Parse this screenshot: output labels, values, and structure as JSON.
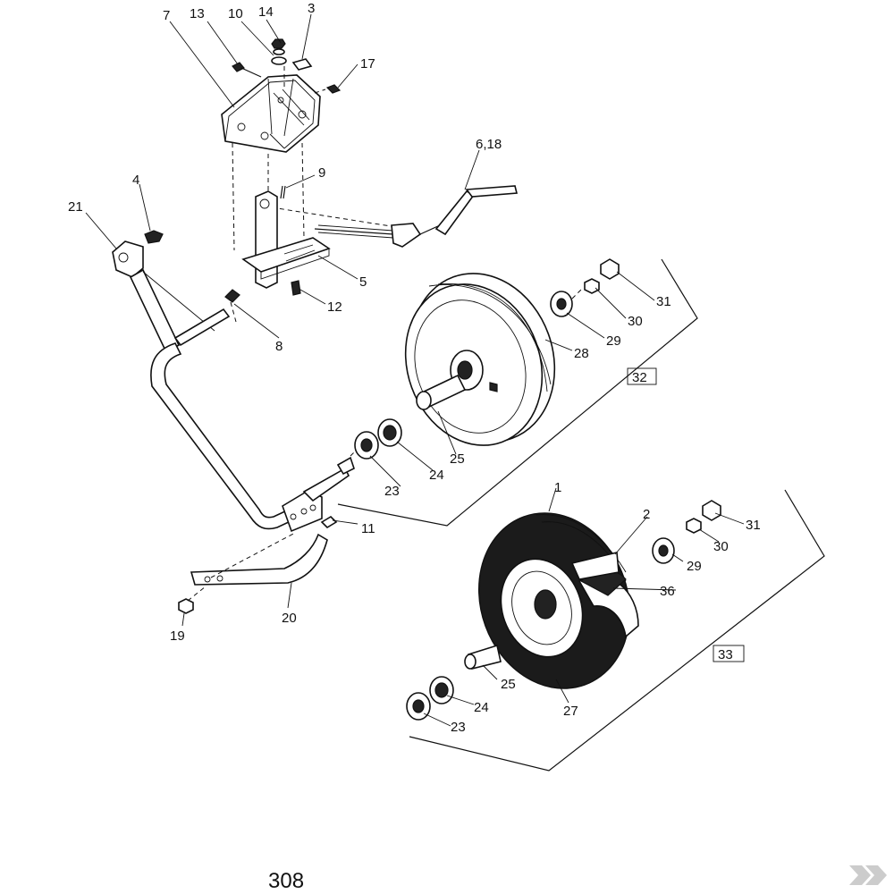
{
  "page_number": "308",
  "callouts": [
    {
      "id": "c7",
      "text": "7"
    },
    {
      "id": "c13",
      "text": "13"
    },
    {
      "id": "c10",
      "text": "10"
    },
    {
      "id": "c14",
      "text": "14"
    },
    {
      "id": "c3",
      "text": "3"
    },
    {
      "id": "c17",
      "text": "17"
    },
    {
      "id": "c618",
      "text": "6,18"
    },
    {
      "id": "c9",
      "text": "9"
    },
    {
      "id": "c4",
      "text": "4"
    },
    {
      "id": "c21",
      "text": "21"
    },
    {
      "id": "c5",
      "text": "5"
    },
    {
      "id": "c12",
      "text": "12"
    },
    {
      "id": "c8",
      "text": "8"
    },
    {
      "id": "c31a",
      "text": "31"
    },
    {
      "id": "c30a",
      "text": "30"
    },
    {
      "id": "c29a",
      "text": "29"
    },
    {
      "id": "c28",
      "text": "28"
    },
    {
      "id": "c32",
      "text": "32"
    },
    {
      "id": "c25a",
      "text": "25"
    },
    {
      "id": "c24a",
      "text": "24"
    },
    {
      "id": "c23a",
      "text": "23"
    },
    {
      "id": "c11",
      "text": "11"
    },
    {
      "id": "c1",
      "text": "1"
    },
    {
      "id": "c2",
      "text": "2"
    },
    {
      "id": "c31b",
      "text": "31"
    },
    {
      "id": "c30b",
      "text": "30"
    },
    {
      "id": "c29b",
      "text": "29"
    },
    {
      "id": "c36",
      "text": "36"
    },
    {
      "id": "c20",
      "text": "20"
    },
    {
      "id": "c19",
      "text": "19"
    },
    {
      "id": "c33",
      "text": "33"
    },
    {
      "id": "c25b",
      "text": "25"
    },
    {
      "id": "c24b",
      "text": "24"
    },
    {
      "id": "c27",
      "text": "27"
    },
    {
      "id": "c23b",
      "text": "23"
    }
  ],
  "colors": {
    "ink": "#111111",
    "logo": "#cccccc"
  },
  "icons": {
    "brand_logo": "double-chevron-logo"
  }
}
